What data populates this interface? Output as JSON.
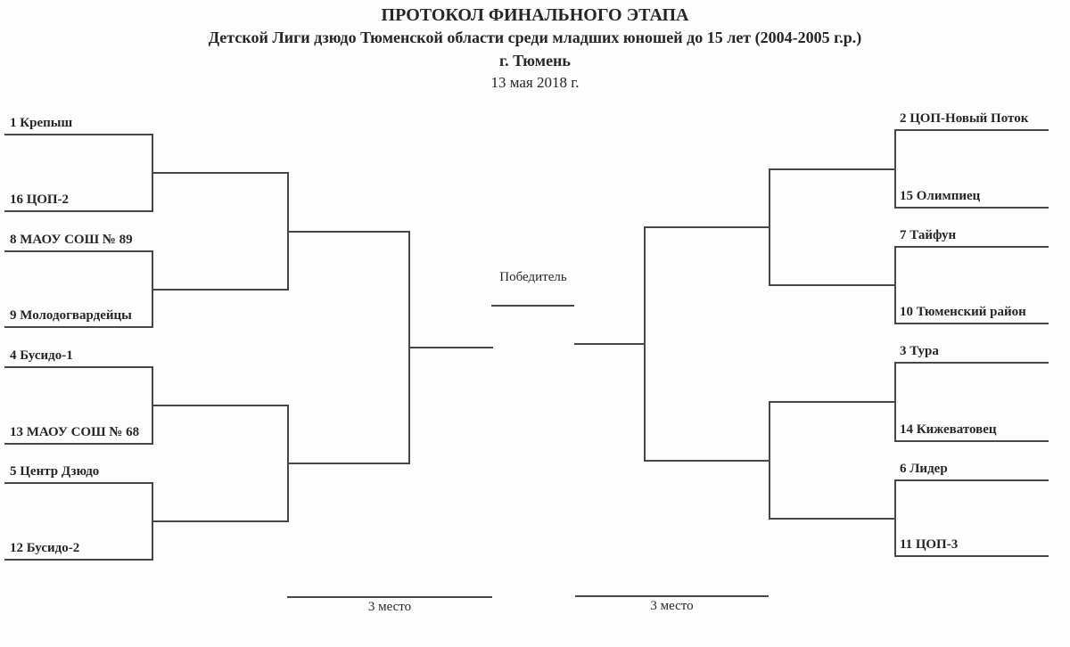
{
  "header": {
    "title": "ПРОТОКОЛ ФИНАЛЬНОГО ЭТАПА",
    "subtitle": "Детской Лиги дзюдо Тюменской области среди младших юношей до 15 лет (2004-2005 г.р.)",
    "city": "г. Тюмень",
    "date": "13 мая 2018 г."
  },
  "bracket": {
    "winner_label": "Победитель",
    "third_place_label": "3 место",
    "left_teams": [
      "1 Крепыш",
      "16 ЦОП-2",
      "8 МАОУ СОШ № 89",
      "9 Молодогвардейцы",
      "4 Бусидо-1",
      "13 МАОУ СОШ № 68",
      "5 Центр Дзюдо",
      "12 Бусидо-2"
    ],
    "right_teams": [
      "2 ЦОП-Новый Поток",
      "15 Олимпиец",
      "7 Тайфун",
      "10 Тюменский район",
      "3 Тура",
      "14 Кижеватовец",
      "6 Лидер",
      "11 ЦОП-3"
    ]
  },
  "colors": {
    "line": "#474747",
    "text": "#262626",
    "background": "#fdfdfd"
  }
}
